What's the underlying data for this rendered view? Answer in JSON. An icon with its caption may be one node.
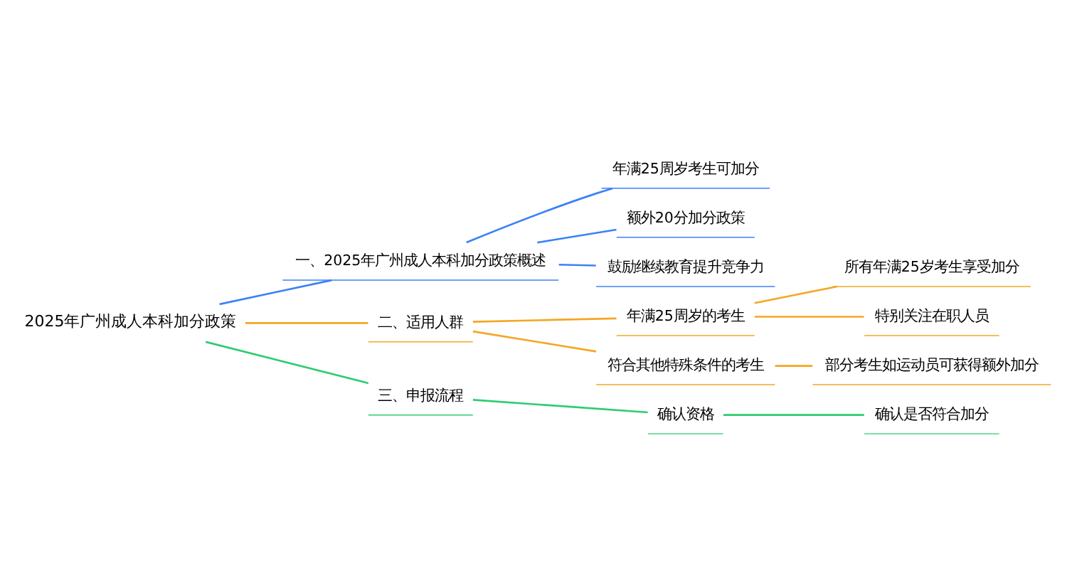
{
  "diagram": {
    "nodes": [
      {
        "text": [
          "2025年广州成人本科加分政策"
        ]
      },
      {
        "text": [
          "一、2025年广州成人本科加分政策概述"
        ]
      },
      {
        "text": [
          "年满25周岁考生可加分"
        ]
      },
      {
        "text": [
          "额外20分加分政策"
        ]
      },
      {
        "text": [
          "鼓励继续教育提升竞争力"
        ]
      },
      {
        "text": [
          "二、适用人群"
        ]
      },
      {
        "text": [
          "年满25周岁的考生"
        ]
      },
      {
        "text": [
          "所有年满25岁考生享受加分"
        ]
      },
      {
        "text": [
          "特别关注在职人员"
        ]
      },
      {
        "text": [
          "符合其他特殊条件的考生"
        ]
      },
      {
        "text": [
          "部分考生如运动员可获得额外加分"
        ]
      },
      {
        "text": [
          "三、申报流程"
        ]
      },
      {
        "text": [
          "确认资格"
        ]
      },
      {
        "text": [
          "确认是否符合加分"
        ]
      }
    ],
    "edges": [
      {
        "from": 0,
        "to": 1,
        "arrow": "none",
        "color": "#3b82f6"
      },
      {
        "from": 1,
        "to": 2,
        "arrow": "none",
        "color": "#3b82f6"
      },
      {
        "from": 1,
        "to": 3,
        "arrow": "none",
        "color": "#3b82f6"
      },
      {
        "from": 1,
        "to": 4,
        "arrow": "none",
        "color": "#3b82f6"
      },
      {
        "from": 0,
        "to": 5,
        "arrow": "none"
      },
      {
        "from": 5,
        "to": 6,
        "arrow": "none"
      },
      {
        "from": 6,
        "to": 7,
        "arrow": "none"
      },
      {
        "from": 6,
        "to": 8,
        "arrow": "none"
      },
      {
        "from": 5,
        "to": 9,
        "arrow": "none"
      },
      {
        "from": 9,
        "to": 10,
        "arrow": "none"
      },
      {
        "from": 0,
        "to": 11,
        "arrow": "none",
        "color": "#2ecc71"
      },
      {
        "from": 11,
        "to": 12,
        "arrow": "none",
        "color": "#2ecc71"
      },
      {
        "from": 12,
        "to": 13,
        "arrow": "none",
        "color": "#2ecc71"
      }
    ]
  }
}
